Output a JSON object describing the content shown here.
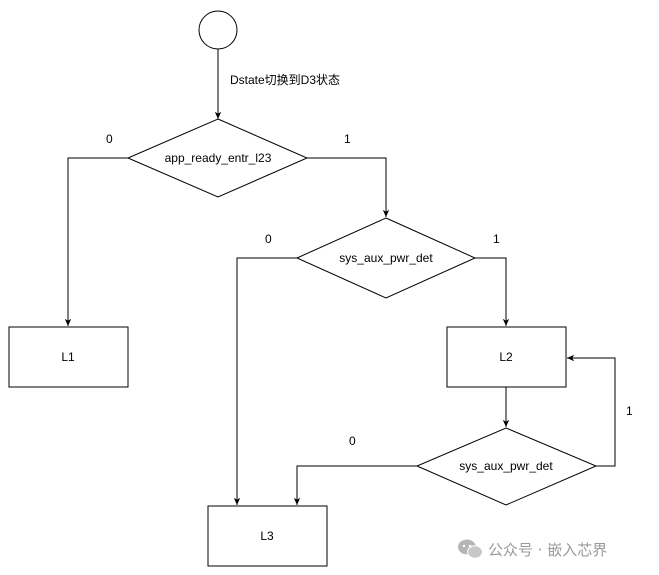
{
  "diagram": {
    "annotation": "Dstate切换到D3状态",
    "decisions": [
      {
        "id": "d1",
        "label": "app_ready_entr_l23"
      },
      {
        "id": "d2",
        "label": "sys_aux_pwr_det"
      },
      {
        "id": "d3",
        "label": "sys_aux_pwr_det"
      }
    ],
    "states": [
      {
        "id": "L1",
        "label": "L1"
      },
      {
        "id": "L2",
        "label": "L2"
      },
      {
        "id": "L3",
        "label": "L3"
      }
    ],
    "edge_labels": {
      "d1_no": "0",
      "d1_yes": "1",
      "d2_no": "0",
      "d2_yes": "1",
      "d3_no": "0",
      "d3_yes": "1"
    }
  },
  "watermark": {
    "text": "公众号 · 嵌入芯界",
    "icon": "wechat-icon"
  },
  "colors": {
    "stroke": "#000000",
    "background": "#ffffff",
    "watermark": "#9a9a9a"
  }
}
